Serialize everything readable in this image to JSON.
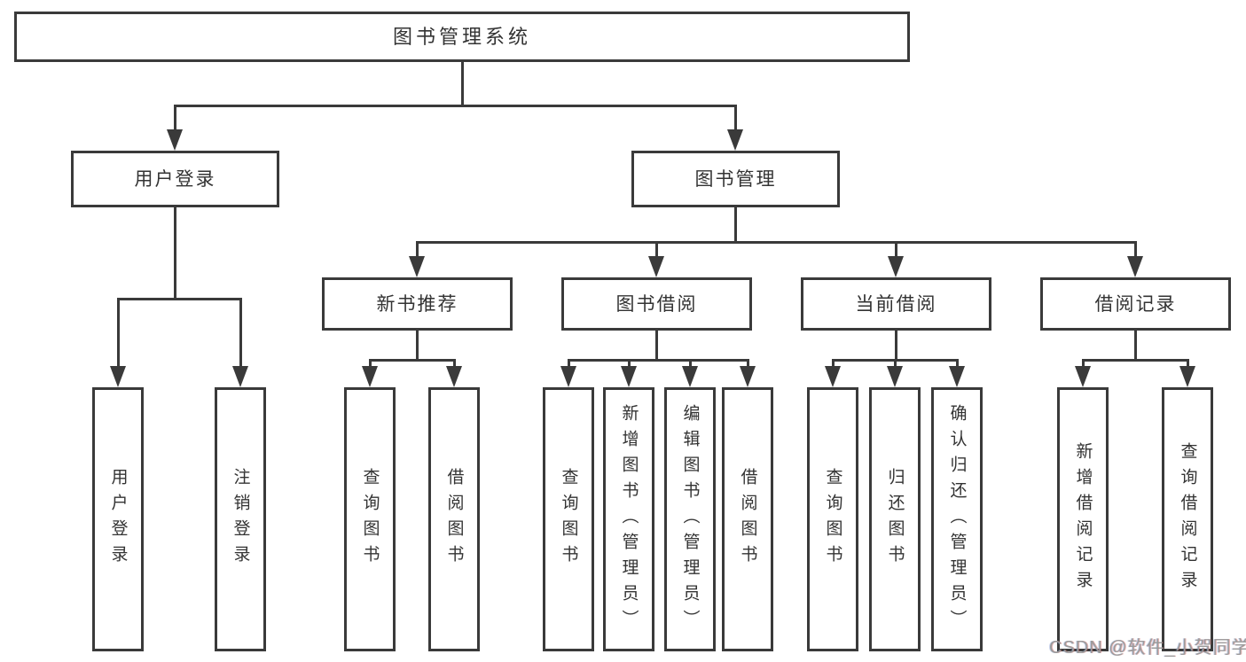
{
  "diagram": {
    "title": {
      "label": "图书管理系统"
    },
    "level2": [
      {
        "label": "用户登录"
      },
      {
        "label": "图书管理"
      }
    ],
    "level3": [
      {
        "parent": "图书管理",
        "label": "新书推荐"
      },
      {
        "parent": "图书管理",
        "label": "图书借阅"
      },
      {
        "parent": "图书管理",
        "label": "当前借阅"
      },
      {
        "parent": "图书管理",
        "label": "借阅记录"
      }
    ],
    "leaves": [
      {
        "parent": "用户登录",
        "label": "用户登录"
      },
      {
        "parent": "用户登录",
        "label": "注销登录"
      },
      {
        "parent": "新书推荐",
        "label": "查询图书"
      },
      {
        "parent": "新书推荐",
        "label": "借阅图书"
      },
      {
        "parent": "图书借阅",
        "label": "查询图书"
      },
      {
        "parent": "图书借阅",
        "label": "新增图书（管理员）"
      },
      {
        "parent": "图书借阅",
        "label": "编辑图书（管理员）"
      },
      {
        "parent": "图书借阅",
        "label": "借阅图书"
      },
      {
        "parent": "当前借阅",
        "label": "查询图书"
      },
      {
        "parent": "当前借阅",
        "label": "归还图书"
      },
      {
        "parent": "当前借阅",
        "label": "确认归还（管理员）"
      },
      {
        "parent": "借阅记录",
        "label": "新增借阅记录"
      },
      {
        "parent": "借阅记录",
        "label": "查询借阅记录"
      }
    ],
    "watermark": "CSDN @软件_小贺同学",
    "colors": {
      "line": "#3a3a3a",
      "box_border": "#3a3a3a",
      "box_fill": "#ffffff",
      "text": "#333333",
      "watermark_text": "#9b9b9b",
      "background": "#ffffff"
    }
  }
}
